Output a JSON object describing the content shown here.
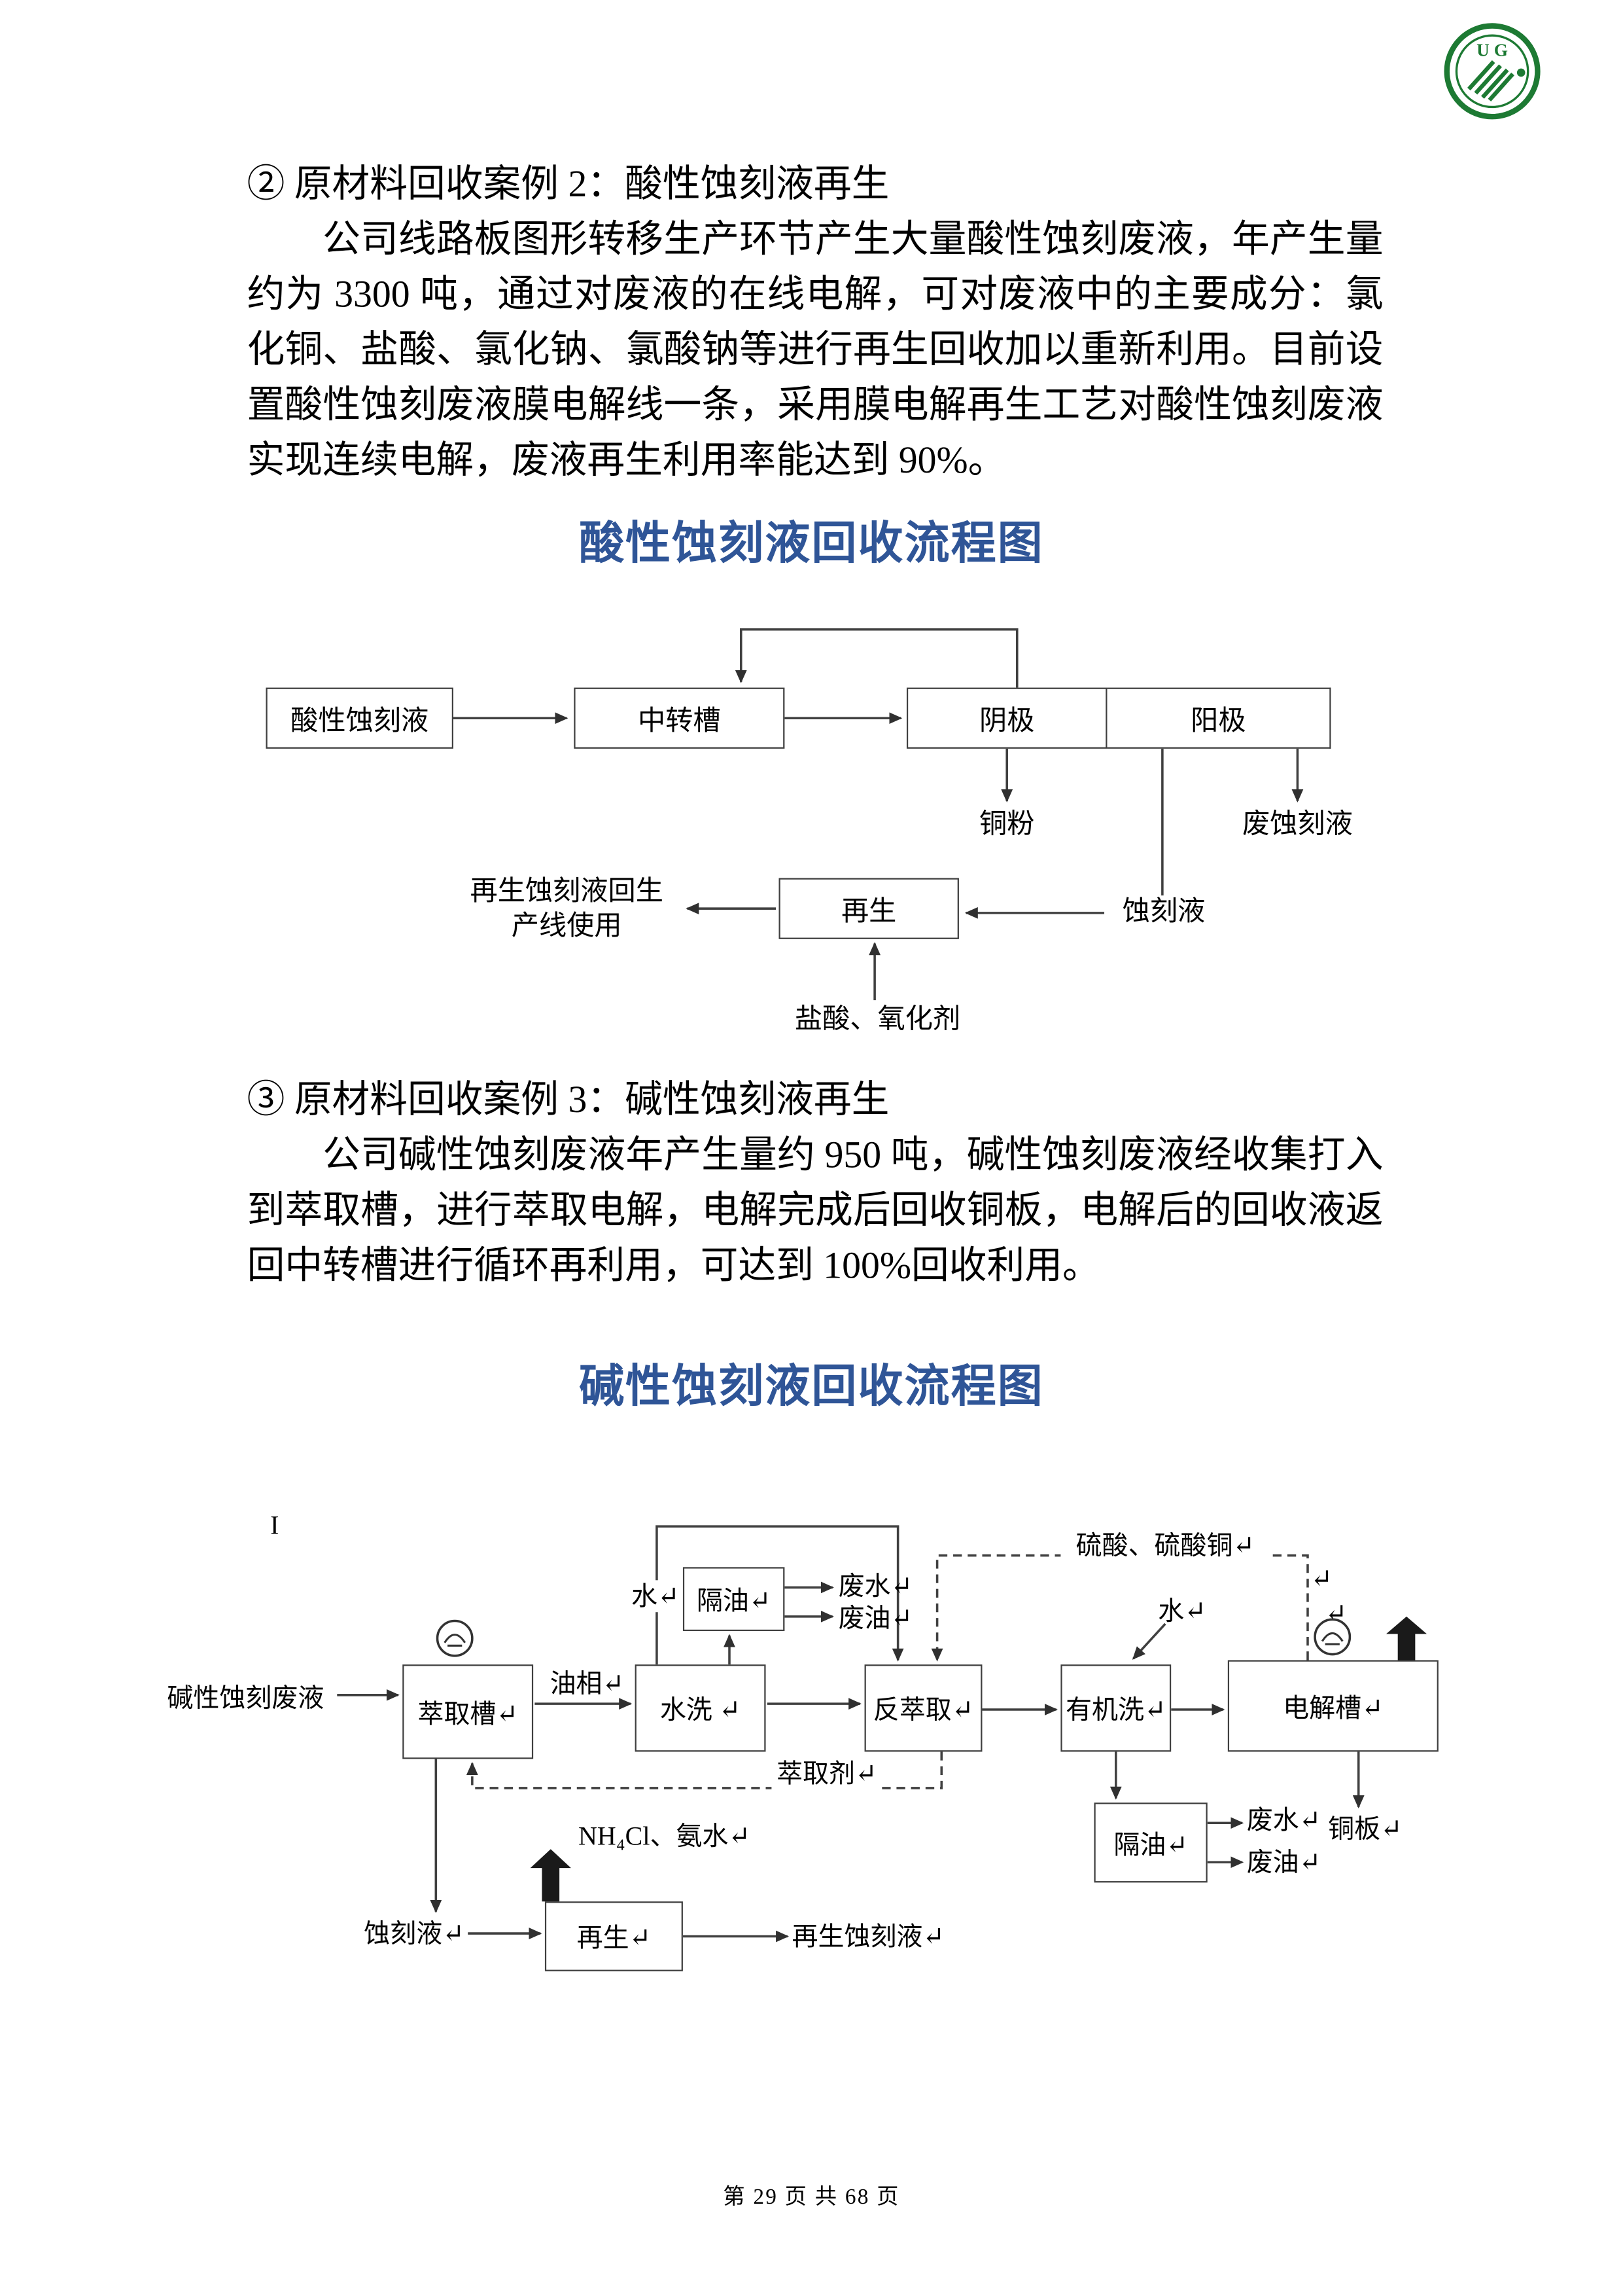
{
  "logo": {
    "text": "U G"
  },
  "sections": {
    "s2": {
      "heading": "② 原材料回收案例 2：酸性蚀刻液再生",
      "lines": [
        "公司线路板图形转移生产环节产生大量酸性蚀刻废液，年产生量",
        "约为 3300 吨，通过对废液的在线电解，可对废液中的主要成分：氯",
        "化铜、盐酸、氯化钠、氯酸钠等进行再生回收加以重新利用。目前设",
        "置酸性蚀刻废液膜电解线一条，采用膜电解再生工艺对酸性蚀刻废液",
        "实现连续电解，废液再生利用率能达到 90%。"
      ],
      "chart_title": "酸性蚀刻液回收流程图"
    },
    "s3": {
      "heading": "③ 原材料回收案例 3：碱性蚀刻液再生",
      "lines": [
        "公司碱性蚀刻废液年产生量约 950 吨，碱性蚀刻废液经收集打入",
        "到萃取槽，进行萃取电解，电解完成后回收铜板，电解后的回收液返",
        "回中转槽进行循环再利用，可达到 100%回收利用。"
      ],
      "chart_title": "碱性蚀刻液回收流程图"
    }
  },
  "flow1": {
    "boxes": {
      "feed": "酸性蚀刻液",
      "transfer": "中转槽",
      "cathode": "阴极",
      "anode": "阳极",
      "regen": "再生"
    },
    "labels": {
      "copper_powder": "铜粉",
      "waste_etchant": "废蚀刻液",
      "etchant": "蚀刻液",
      "return_line1": "再生蚀刻液回生",
      "return_line2": "产线使用",
      "acid_oxidant": "盐酸、氧化剂"
    }
  },
  "flow2": {
    "boxes": {
      "extract_tank": "萃取槽↵",
      "wash": "水洗 ↵",
      "oil_sep_top": "隔油↵",
      "strip": "反萃取↵",
      "organic_wash": "有机洗↵",
      "electrolysis": "电解槽↵",
      "oil_sep_bottom": "隔油↵",
      "regen": "再生↵"
    },
    "labels": {
      "feed": "碱性蚀刻废液",
      "oil_phase": "油相↵",
      "water_top": "水↵",
      "waste_water_top": "废水↵",
      "waste_oil_top": "废油↵",
      "sulfuric": "硫酸、硫酸铜↵",
      "water_right": "水↵",
      "extractant": "萃取剂↵",
      "waste_water_bottom": "废水↵",
      "waste_oil_bottom": "废油↵",
      "copper_plate": "铜板↵",
      "etchant": "蚀刻液↵",
      "nh4cl": "NH₄Cl、氨水↵",
      "regen_etchant": "再生蚀刻液↵",
      "stray_i": "I",
      "stray_mark1": "↵",
      "stray_mark2": "↵"
    }
  },
  "footer": {
    "page_info": "第 29 页 共 68 页"
  },
  "colors": {
    "title_blue": "#2F5597",
    "logo_green": "#1D7A33"
  }
}
